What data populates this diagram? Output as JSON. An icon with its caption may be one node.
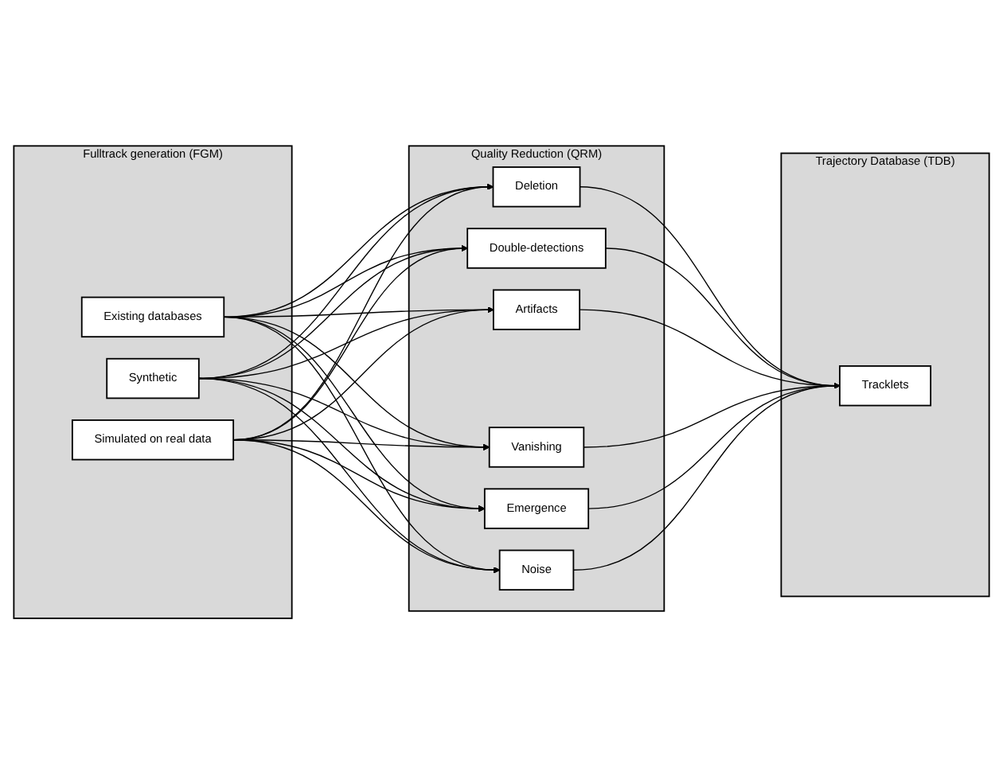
{
  "diagram": {
    "nodes": [
      {
        "text": [
          "Fulltrack generation (FGM)"
        ]
      },
      {
        "text": [
          "Existing databases"
        ],
        "in": 0
      },
      {
        "text": [
          "Synthetic"
        ],
        "in": 0
      },
      {
        "text": [
          "Simulated on real data"
        ],
        "in": 0
      },
      {
        "text": [
          "Quality Reduction (QRM)"
        ]
      },
      {
        "text": [
          "Deletion"
        ],
        "in": 4
      },
      {
        "text": [
          "Double-detections"
        ],
        "in": 4
      },
      {
        "text": [
          "Artifacts"
        ],
        "in": 4
      },
      {
        "text": [
          "Vanishing"
        ],
        "in": 4
      },
      {
        "text": [
          "Emergence"
        ],
        "in": 4
      },
      {
        "text": [
          "Noise"
        ],
        "in": 4
      },
      {
        "text": [
          "Trajectory Database (TDB)"
        ]
      },
      {
        "text": [
          "Tracklets"
        ],
        "in": 11
      }
    ],
    "edges": [
      {
        "from": 1,
        "to": 5,
        "arrow": "to"
      },
      {
        "from": 1,
        "to": 6,
        "arrow": "to"
      },
      {
        "from": 1,
        "to": 7,
        "arrow": "to"
      },
      {
        "from": 1,
        "to": 8,
        "arrow": "to"
      },
      {
        "from": 1,
        "to": 9,
        "arrow": "to"
      },
      {
        "from": 1,
        "to": 10,
        "arrow": "to"
      },
      {
        "from": 2,
        "to": 5,
        "arrow": "to"
      },
      {
        "from": 2,
        "to": 6,
        "arrow": "to"
      },
      {
        "from": 2,
        "to": 7,
        "arrow": "to"
      },
      {
        "from": 2,
        "to": 8,
        "arrow": "to"
      },
      {
        "from": 2,
        "to": 9,
        "arrow": "to"
      },
      {
        "from": 2,
        "to": 10,
        "arrow": "to"
      },
      {
        "from": 3,
        "to": 5,
        "arrow": "to"
      },
      {
        "from": 3,
        "to": 6,
        "arrow": "to"
      },
      {
        "from": 3,
        "to": 7,
        "arrow": "to"
      },
      {
        "from": 3,
        "to": 8,
        "arrow": "to"
      },
      {
        "from": 3,
        "to": 9,
        "arrow": "to"
      },
      {
        "from": 3,
        "to": 10,
        "arrow": "to"
      },
      {
        "from": 5,
        "to": 12,
        "arrow": "to"
      },
      {
        "from": 6,
        "to": 12,
        "arrow": "to"
      },
      {
        "from": 7,
        "to": 12,
        "arrow": "to"
      },
      {
        "from": 8,
        "to": 12,
        "arrow": "to"
      },
      {
        "from": 9,
        "to": 12,
        "arrow": "to"
      },
      {
        "from": 10,
        "to": 12,
        "arrow": "to"
      }
    ]
  }
}
